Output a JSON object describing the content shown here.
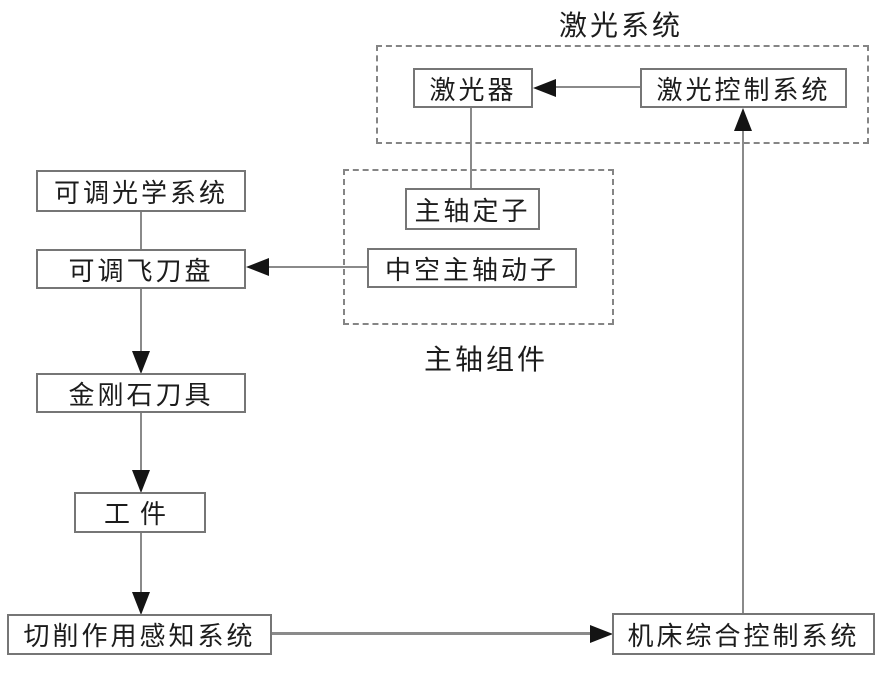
{
  "diagram": {
    "type": "flowchart",
    "groups": {
      "laser_system": {
        "label": "激光系统"
      },
      "spindle_assembly": {
        "label": "主轴组件"
      }
    },
    "nodes": {
      "optical": {
        "label": "可调光学系统"
      },
      "flycutter": {
        "label": "可调飞刀盘"
      },
      "diamond": {
        "label": "金刚石刀具"
      },
      "workpiece": {
        "label": "工件"
      },
      "sensing": {
        "label": "切削作用感知系统"
      },
      "machine_control": {
        "label": "机床综合控制系统"
      },
      "laser": {
        "label": "激光器"
      },
      "laser_control": {
        "label": "激光控制系统"
      },
      "stator": {
        "label": "主轴定子"
      },
      "mover": {
        "label": "中空主轴动子"
      }
    },
    "connections": [
      {
        "from": "激光控制系统",
        "to": "激光器",
        "arrowhead": true
      },
      {
        "from": "激光器",
        "to": "主轴定子",
        "arrowhead": false
      },
      {
        "from": "中空主轴动子",
        "to": "可调飞刀盘",
        "arrowhead": true
      },
      {
        "from": "可调光学系统",
        "to": "可调飞刀盘",
        "arrowhead": false
      },
      {
        "from": "可调飞刀盘",
        "to": "金刚石刀具",
        "arrowhead": true
      },
      {
        "from": "金刚石刀具",
        "to": "工件",
        "arrowhead": true
      },
      {
        "from": "工件",
        "to": "切削作用感知系统",
        "arrowhead": true
      },
      {
        "from": "切削作用感知系统",
        "to": "机床综合控制系统",
        "arrowhead": true
      },
      {
        "from": "机床综合控制系统",
        "to": "激光控制系统",
        "arrowhead": true
      }
    ],
    "colors": {
      "background": "#ffffff",
      "box_border": "#767676",
      "dashed_border": "#858585",
      "line": "#8a8a8a",
      "arrowhead": "#141414",
      "text": "#1c1c1c"
    }
  }
}
